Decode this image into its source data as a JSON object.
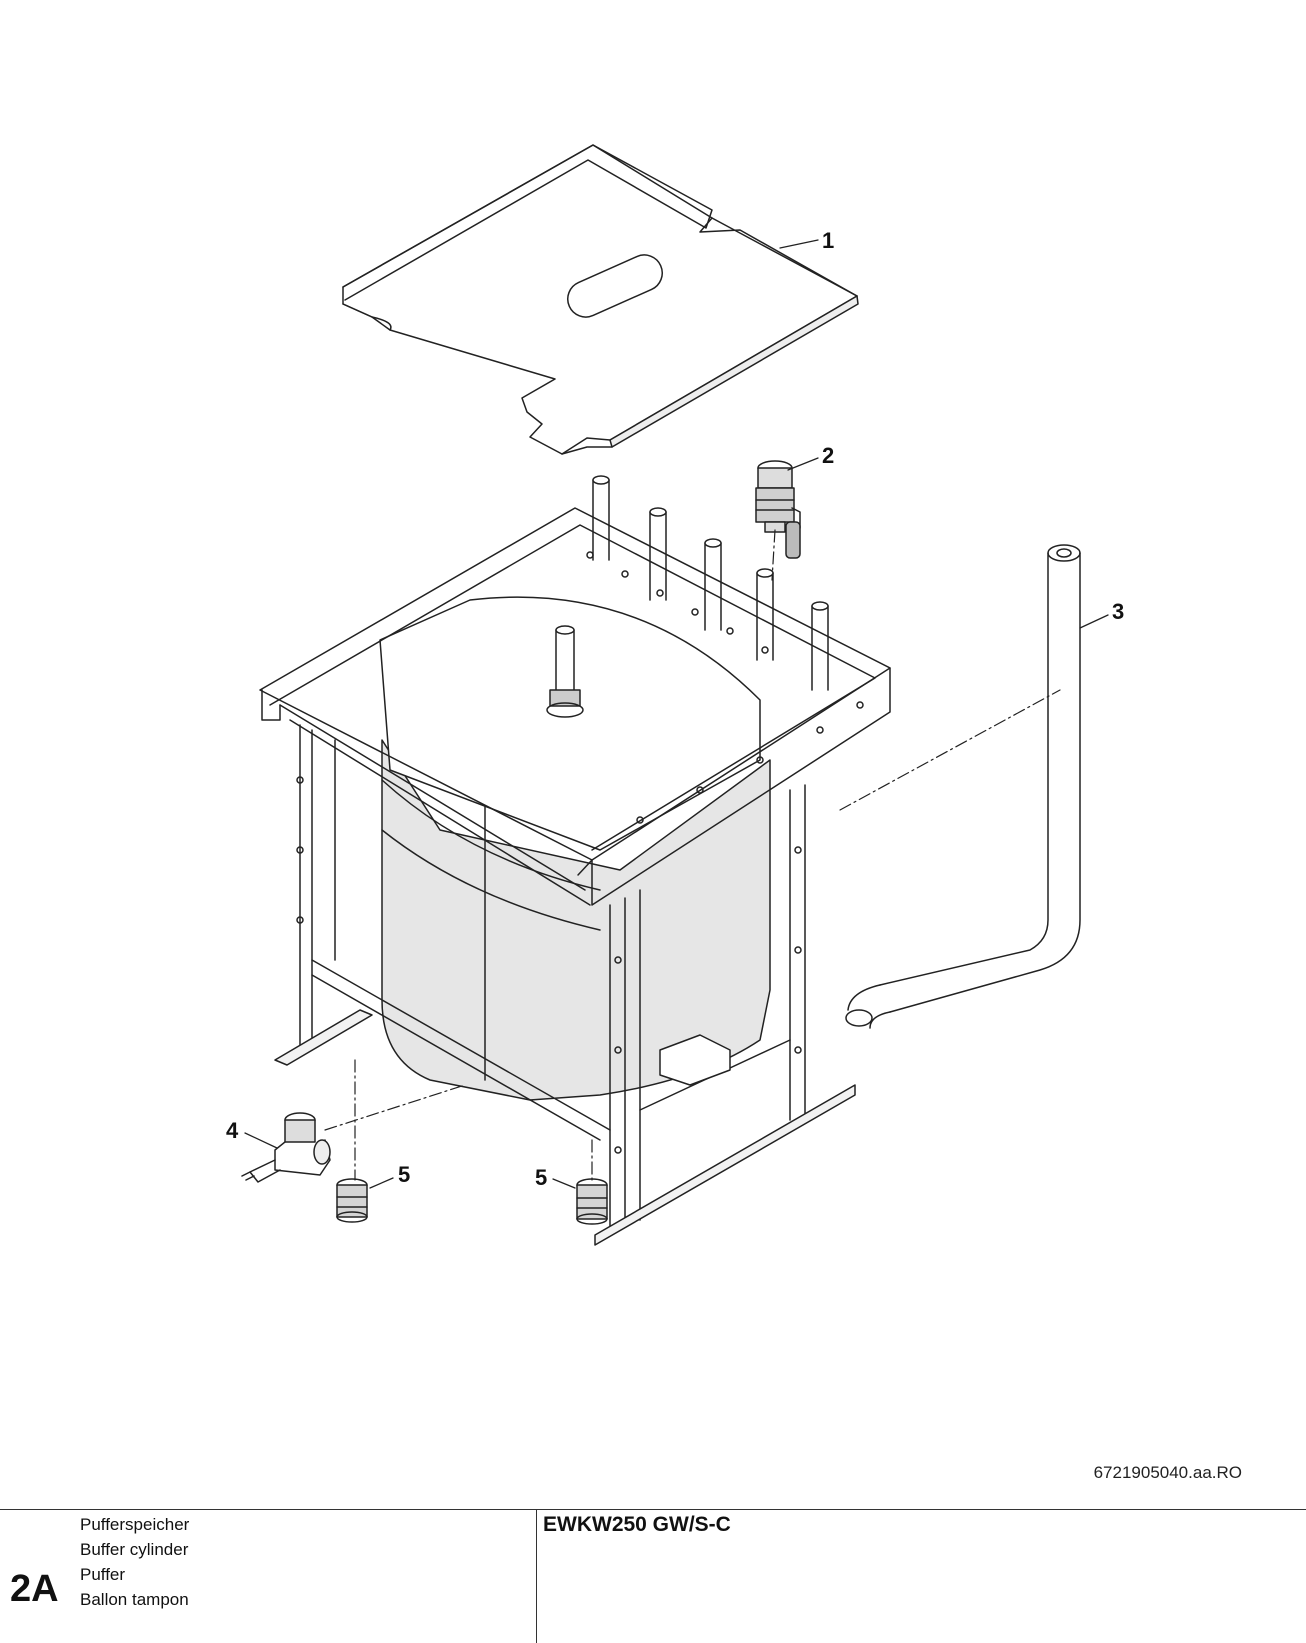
{
  "diagram": {
    "callouts": [
      "1",
      "2",
      "3",
      "4",
      "5",
      "5"
    ]
  },
  "document_number": "6721905040.aa.RO",
  "section": {
    "code": "2A",
    "names": [
      "Pufferspeicher",
      "Buffer cylinder",
      "Puffer",
      "Ballon tampon"
    ]
  },
  "model": "EWKW250 GW/S-C",
  "colors": {
    "line": "#222222",
    "tank_fill": "#e6e6e6",
    "frame_fill": "#f2f2f2"
  }
}
